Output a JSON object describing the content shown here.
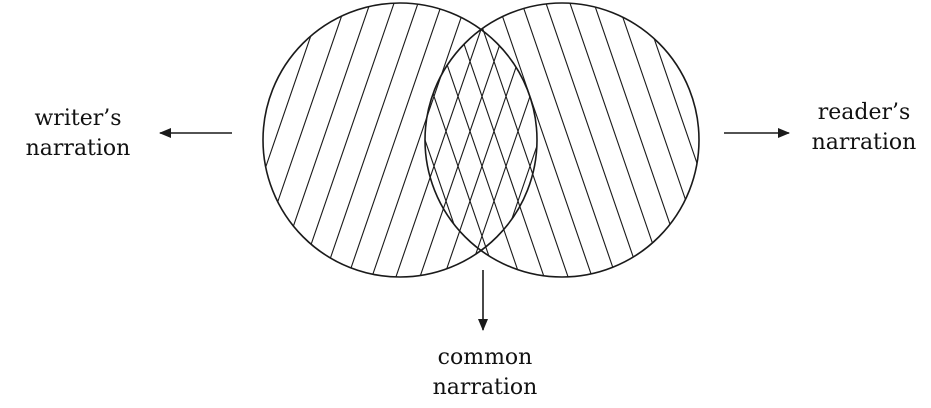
{
  "diagram": {
    "labels": {
      "writer": {
        "line1": "writer’s",
        "line2": "narration"
      },
      "reader": {
        "line1": "reader’s",
        "line2": "narration"
      },
      "common": {
        "line1": "common",
        "line2": "narration"
      }
    },
    "colors": {
      "stroke": "#1a1a1a",
      "background": "#ffffff"
    },
    "shapes": {
      "left_circle": "writer-circle",
      "right_circle": "reader-circle",
      "overlap": "cross-hatched-intersection"
    }
  }
}
